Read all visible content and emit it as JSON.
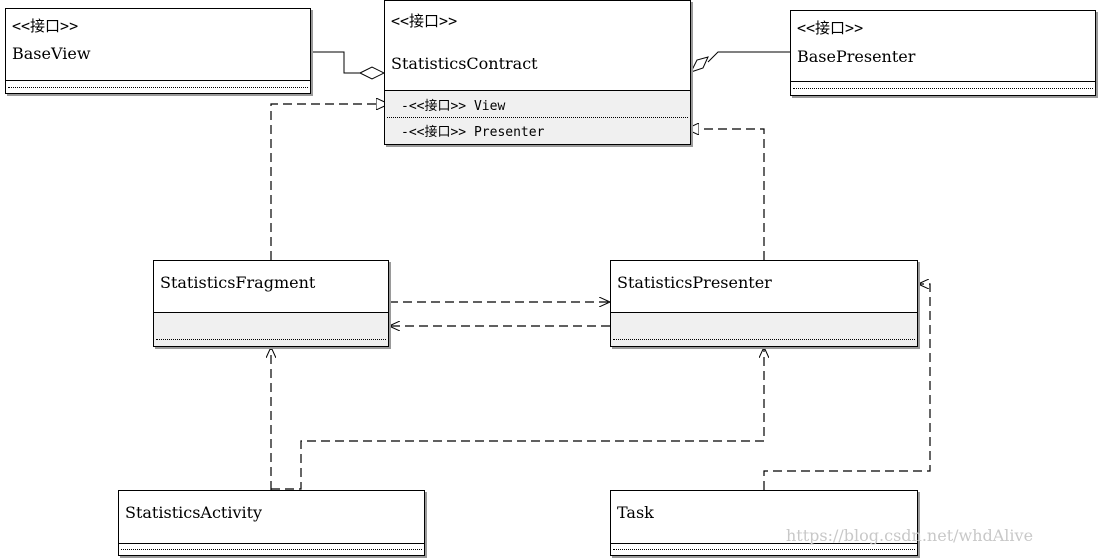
{
  "stereotype": "<<接口>>",
  "classes": {
    "base_view": {
      "name": "BaseView"
    },
    "statistics_contract": {
      "name": "StatisticsContract",
      "members": [
        "-<<接口>> View",
        "-<<接口>> Presenter"
      ]
    },
    "base_presenter": {
      "name": "BasePresenter"
    },
    "statistics_fragment": {
      "name": "StatisticsFragment"
    },
    "statistics_presenter": {
      "name": "StatisticsPresenter"
    },
    "statistics_activity": {
      "name": "StatisticsActivity"
    },
    "task": {
      "name": "Task"
    }
  },
  "watermark": "https://blog.csdn.net/whdAlive"
}
